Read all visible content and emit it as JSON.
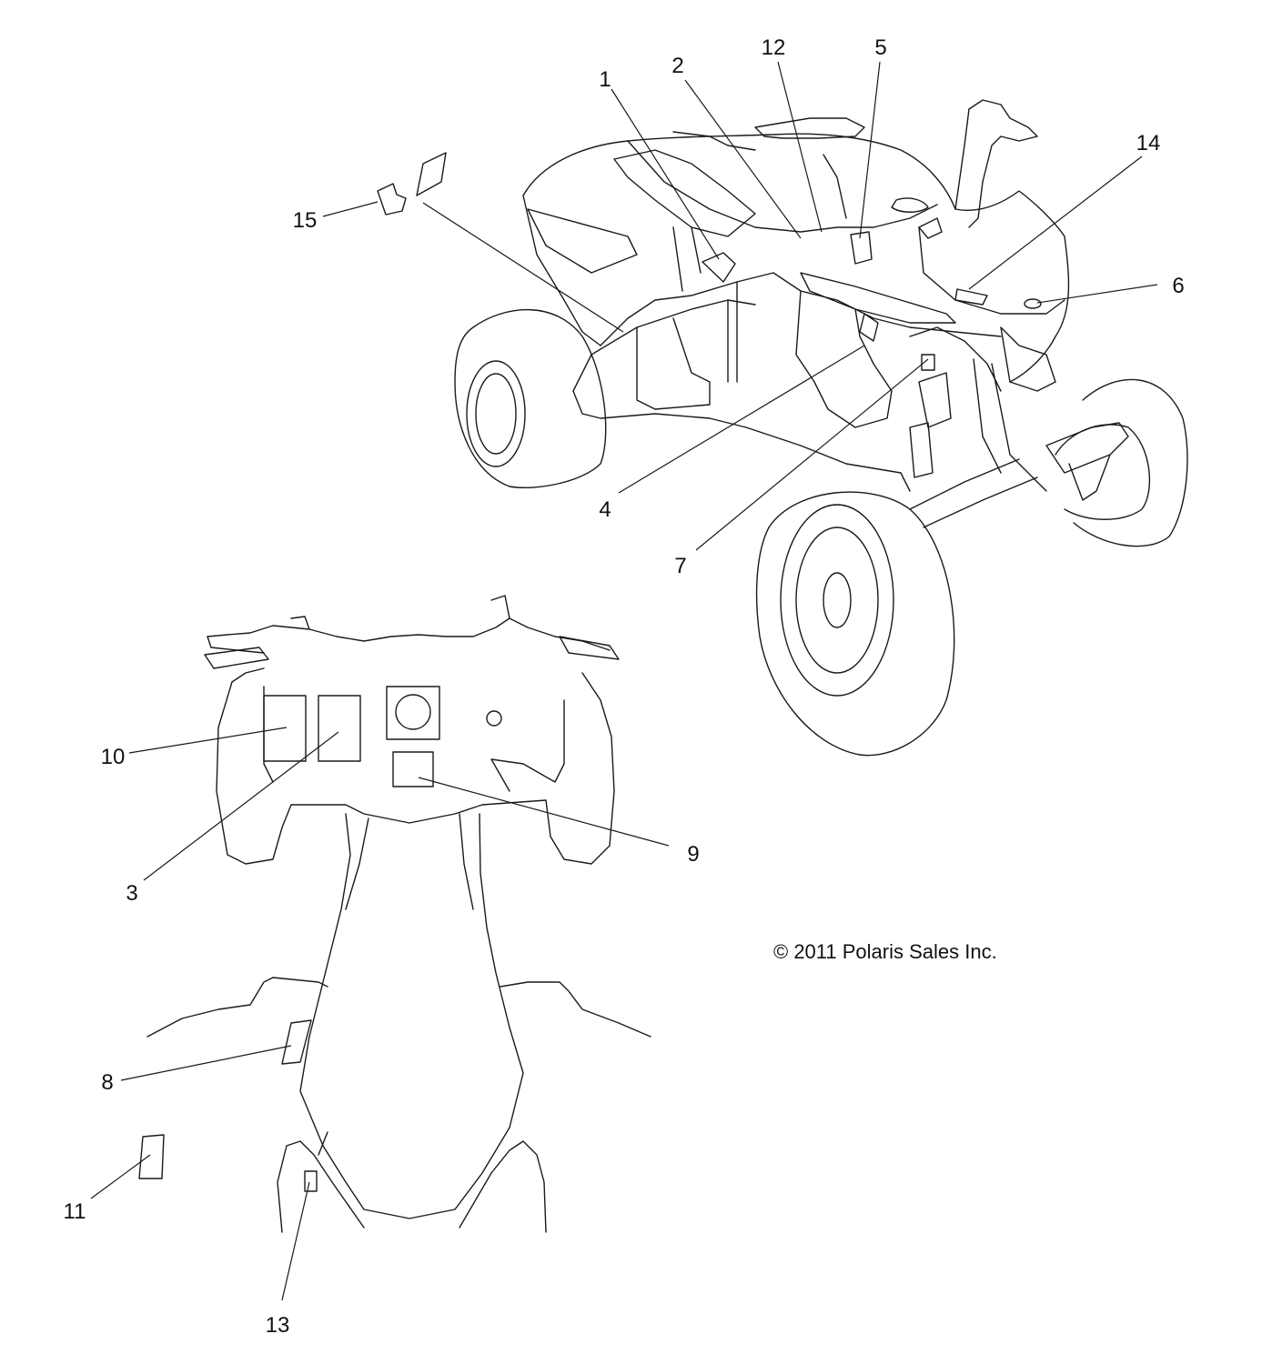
{
  "diagram": {
    "callouts": [
      "1",
      "2",
      "3",
      "4",
      "5",
      "6",
      "7",
      "8",
      "9",
      "10",
      "11",
      "12",
      "13",
      "14",
      "15"
    ],
    "copyright": "© 2011 Polaris Sales Inc."
  }
}
